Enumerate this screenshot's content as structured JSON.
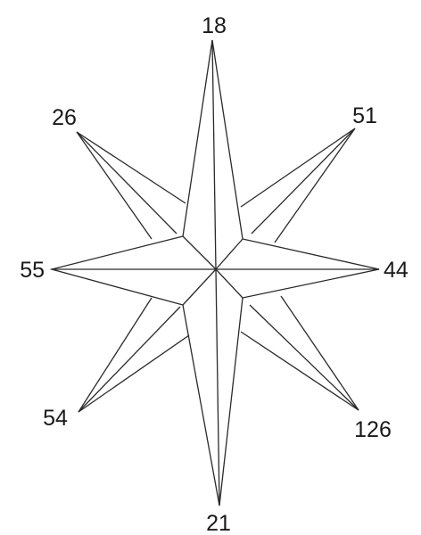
{
  "diagram": {
    "colors": {
      "line": "#2a2a2a",
      "text": "#1a1a1a",
      "background": "#ffffff"
    },
    "labels": {
      "top": "18",
      "top_right": "51",
      "right": "44",
      "bottom_right": "126",
      "bottom": "21",
      "bottom_left": "54",
      "left": "55",
      "top_left": "26"
    }
  }
}
